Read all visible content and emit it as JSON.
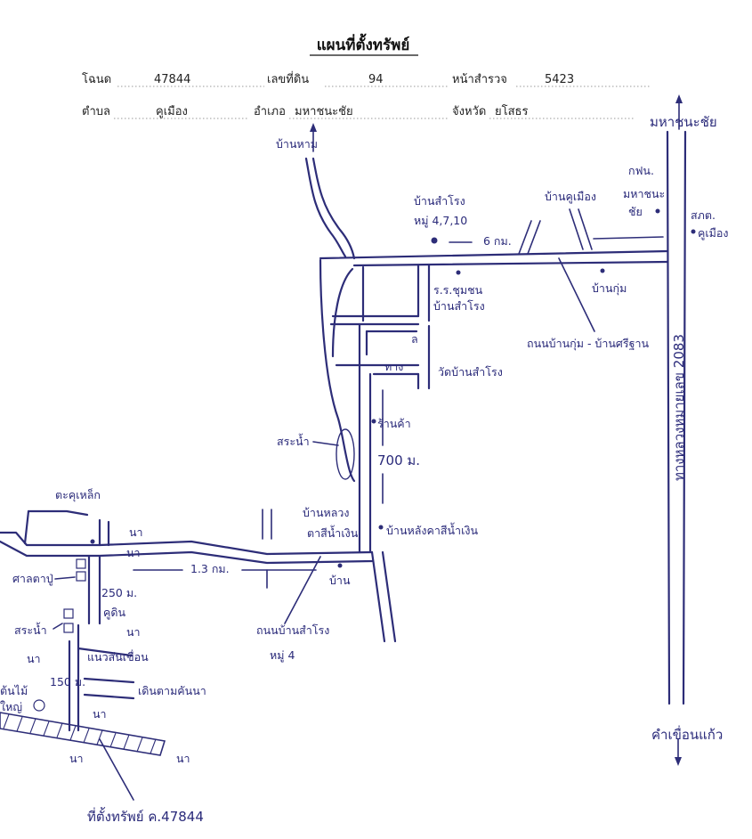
{
  "header": {
    "title": "แผนที่ตั้งทรัพย์",
    "deed_label": "โฉนด",
    "deed_value": "47844",
    "land_no_label": "เลขที่ดิน",
    "land_no_value": "94",
    "survey_label": "หน้าสำรวจ",
    "survey_value": "5423",
    "subdistrict_label": "ตำบล",
    "subdistrict_value": "คูเมือง",
    "district_label": "อำเภอ",
    "district_value": "มหาชนะชัย",
    "province_label": "จังหวัด",
    "province_value": "ยโสธร"
  },
  "map": {
    "ink_color": "#2d2d78",
    "labels": {
      "to_mahachanachai": "มหาชนะชัย",
      "to_kham_khuean_kaeo": "คำเขื่อนแก้ว",
      "highway": "ทางหลวงหมายเลข 2083",
      "ban_nong_san": "บ้านหาม",
      "ban_sam_rong": "บ้านสำโรง",
      "moo": "หมู่ 4,7,10",
      "dist_6km": "6 กม.",
      "ban_ku_mueang": "บ้านคูเมือง",
      "kfn": "กฟน.",
      "kfn_sub": "มหาชนะ",
      "kfn_sub2": "ชัย",
      "somat": "สภต.",
      "somat_sub": "คูเมือง",
      "school": "ร.ร.ชุมชน",
      "school_sub": "บ้านสำโรง",
      "ban_kum": "บ้านกุ่ม",
      "road_kum": "ถนนบ้านกุ่ม - บ้านศรีฐาน",
      "temple": "วัดบ้านสำโรง",
      "shop": "ร้านค้า",
      "pond": "สระน้ำ",
      "dist_700m": "700 ม.",
      "ban_nong_luang": "บ้านหลวง",
      "ban_nong_luang_sub": "ตาสีน้ำเงิน",
      "house_blue": "บ้านหลังคาสีน้ำเงิน",
      "dist_13km": "1.3 กม.",
      "house": "บ้าน",
      "road_sam_rong": "ถนนบ้านสำโรง",
      "road_sam_rong_moo": "หมู่ 4",
      "lamp": "ตะคุเหล็ก",
      "field1": "นา",
      "field2": "นา",
      "field3": "นา",
      "field4": "นา",
      "field5": "นา",
      "field6": "นา",
      "shrine": "ศาลตาปู่",
      "dist_250m": "250 ม.",
      "ditch": "คูดิน",
      "pond2": "สระน้ำ",
      "canal": "แนวสันเขื่อน",
      "dist_150m": "150 ม.",
      "path": "เดินตามคันนา",
      "tree": "ต้นไม้",
      "tree2": "ใหญ่",
      "plot": "ที่ตั้งทรัพย์ ค.47844"
    }
  }
}
